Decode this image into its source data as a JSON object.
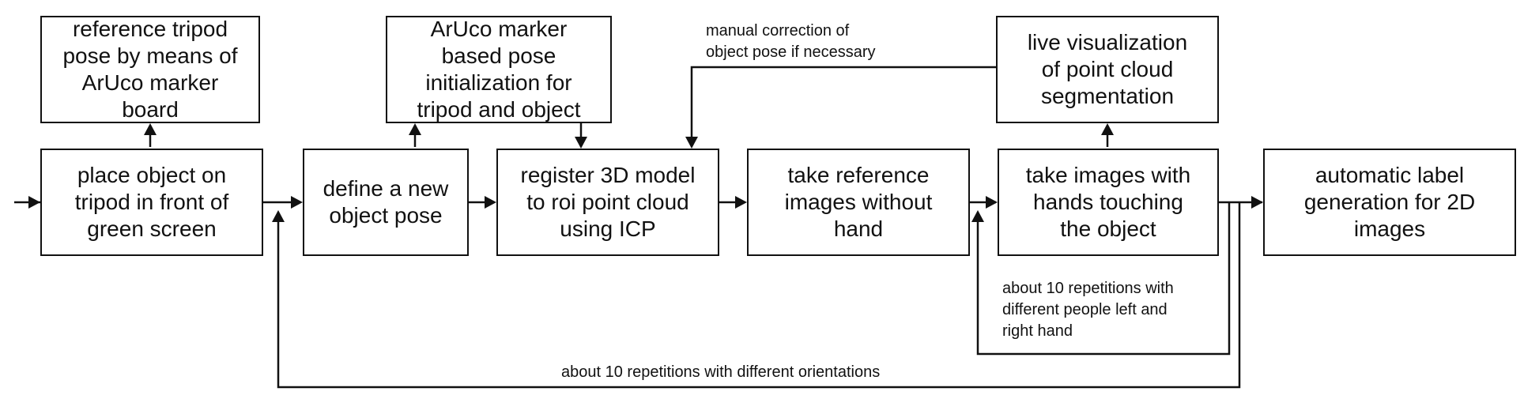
{
  "boxes": {
    "reference_tripod_pose": "reference tripod\npose by means of\nArUco marker\nboard",
    "aruco_init": "ArUco marker\nbased pose\ninitialization for\ntripod and object",
    "live_visualization": "live visualization\nof point cloud\nsegmentation",
    "place_object": "place object on\ntripod in front of\ngreen screen",
    "define_pose": "define a new\nobject pose",
    "register_model": "register 3D model\nto roi point cloud\nusing ICP",
    "reference_images": "take reference\nimages without\nhand",
    "hand_images": "take images with\nhands touching\nthe object",
    "label_generation": "automatic label\ngeneration for 2D\nimages"
  },
  "notes": {
    "manual_correction": "manual correction of\nobject pose if necessary",
    "hand_repetitions": "about 10 repetitions with\ndifferent people left and\nright hand",
    "orientation_repetitions": "about 10 repetitions with different orientations"
  }
}
